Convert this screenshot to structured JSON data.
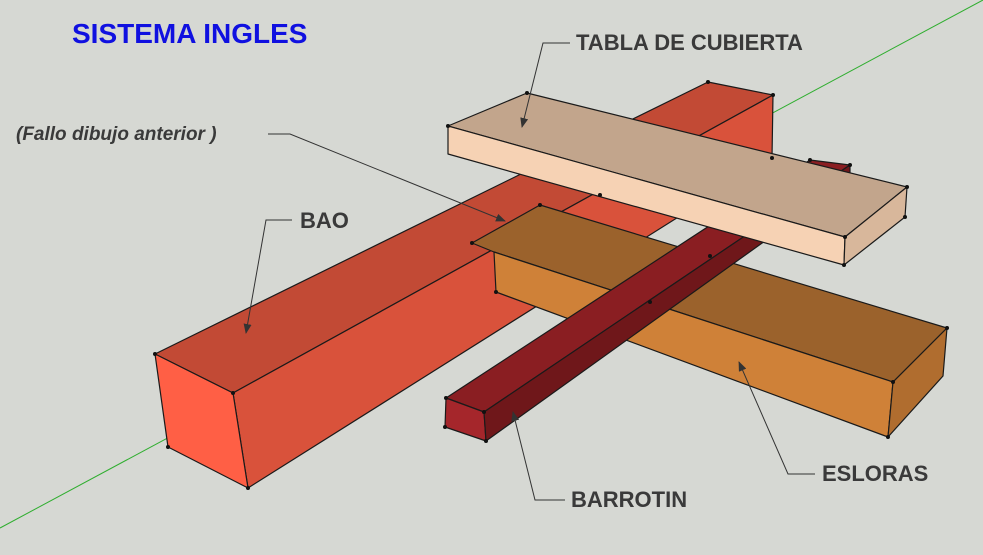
{
  "title": "SISTEMA INGLES",
  "labels": {
    "tabla": "TABLA  DE CUBIERTA",
    "fallo": "(Fallo dibujo anterior )",
    "bao": "BAO",
    "esloras": "ESLORAS",
    "barrotin": "BARROTIN"
  },
  "colors": {
    "background": "#d6d8d3",
    "title": "#1010e0",
    "bao_top": "#c24a35",
    "bao_front": "#ff5f45",
    "bao_side": "#d9523b",
    "tabla_top": "#c2a58c",
    "tabla_front": "#f6d2b4",
    "esloras_top": "#9b622c",
    "esloras_front": "#cf8138",
    "barrotin_top": "#8a1e22",
    "barrotin_front": "#a5262b",
    "axis_green": "#2fae2f"
  }
}
